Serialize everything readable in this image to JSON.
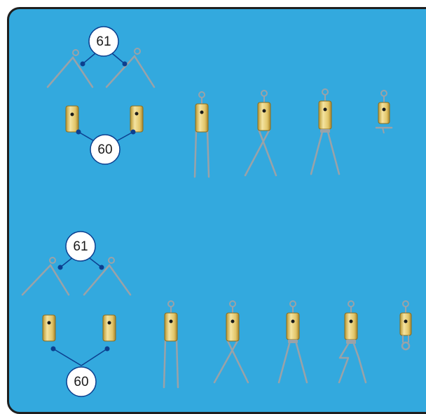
{
  "colors": {
    "background": "#33a9de",
    "frame": "#1f1f1f",
    "wire": "#9aa2a8",
    "block_body": "#e9cf7c",
    "block_hole": "#1b1b1b",
    "callout_line": "#0c3f8f",
    "callout_fill": "#ffffff"
  },
  "groups": [
    {
      "wire_callout": "61",
      "block_callout": "60"
    },
    {
      "wire_callout": "61",
      "block_callout": "60"
    }
  ]
}
